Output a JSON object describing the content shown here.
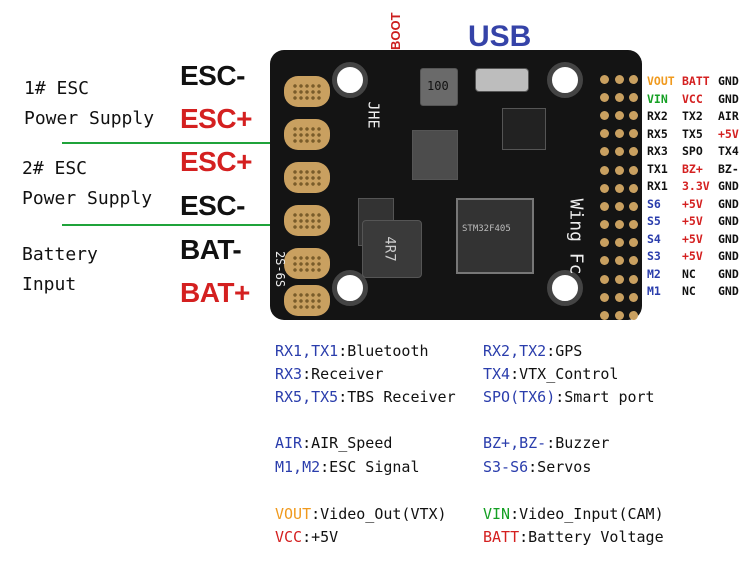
{
  "left_labels": {
    "esc1_line1": "1# ESC",
    "esc1_line2": "Power Supply",
    "esc2_line1": "2# ESC",
    "esc2_line2": "Power Supply",
    "batt_line1": "Battery",
    "batt_line2": "Input"
  },
  "pad_labels": [
    "ESC-",
    "ESC+",
    "ESC+",
    "ESC-",
    "BAT-",
    "BAT+"
  ],
  "top_labels": {
    "boot": "BOOT",
    "usb": "USB"
  },
  "board_silk": {
    "brand": "JHE",
    "name": "Wing Fc",
    "inductor": "4R7",
    "vbat": "2S-6S",
    "chip": "STM32F405",
    "boot": "BOOT",
    "cap": "100"
  },
  "pin_table": [
    [
      "VOUT",
      "BATT",
      "GND"
    ],
    [
      "VIN",
      "VCC",
      "GND"
    ],
    [
      "RX2",
      "TX2",
      "AIR"
    ],
    [
      "RX5",
      "TX5",
      "+5V"
    ],
    [
      "RX3",
      "SPO",
      "TX4"
    ],
    [
      "TX1",
      "BZ+",
      "BZ-"
    ],
    [
      "RX1",
      "3.3V",
      "GND"
    ],
    [
      "S6",
      "+5V",
      "GND"
    ],
    [
      "S5",
      "+5V",
      "GND"
    ],
    [
      "S4",
      "+5V",
      "GND"
    ],
    [
      "S3",
      "+5V",
      "GND"
    ],
    [
      "M2",
      "NC",
      "GND"
    ],
    [
      "M1",
      "NC",
      "GND"
    ]
  ],
  "legend": {
    "l1": {
      "key": "RX1,TX1",
      "val": ":Bluetooth"
    },
    "r1": {
      "key": "RX2,TX2",
      "val": ":GPS"
    },
    "l2": {
      "key": "RX3",
      "val": ":Receiver"
    },
    "r2": {
      "key": "TX4",
      "val": ":VTX_Control"
    },
    "l3": {
      "key": "RX5,TX5",
      "val": ":TBS Receiver"
    },
    "r3": {
      "key": "SPO(TX6)",
      "val": ":Smart port"
    },
    "l4": {
      "key": "AIR",
      "val": ":AIR_Speed"
    },
    "r4": {
      "key": "BZ+,BZ-",
      "val": ":Buzzer"
    },
    "l5": {
      "key": "M1,M2",
      "val": ":ESC Signal"
    },
    "r5": {
      "key": "S3-S6",
      "val": ":Servos"
    },
    "l6": {
      "key": "VOUT",
      "val": ":Video_Out(VTX)"
    },
    "r6": {
      "key": "VIN",
      "val": ":Video_Input(CAM)"
    },
    "l7": {
      "key": "VCC",
      "val": ":+5V"
    },
    "r7": {
      "key": "BATT",
      "val": ":Battery Voltage"
    }
  },
  "colors": {
    "blue": "#2a3dac",
    "red": "#d42020",
    "green": "#15a024",
    "orange": "#f09a1e",
    "black": "#111111"
  }
}
